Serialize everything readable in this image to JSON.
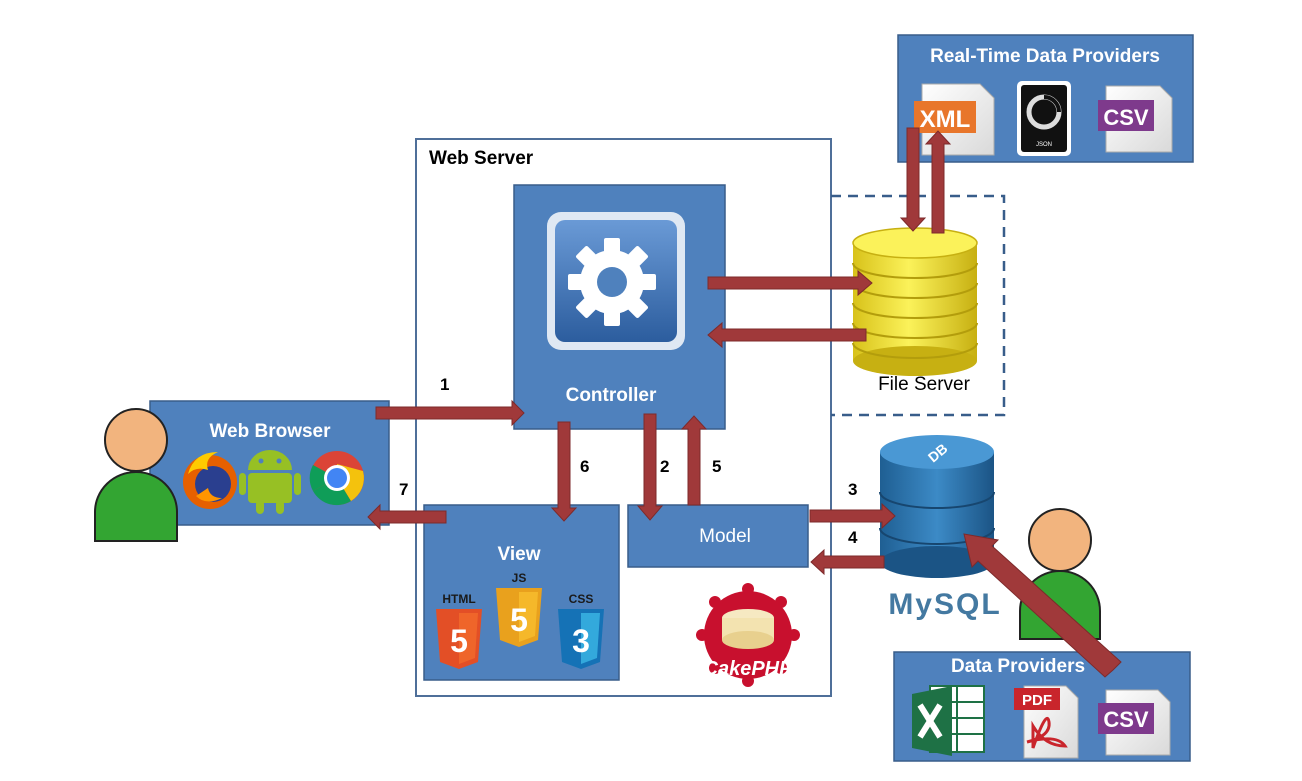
{
  "title": "",
  "panels": {
    "web_server": "Web Server",
    "controller": "Controller",
    "file_server": "File Server",
    "web_browser": "Web Browser",
    "view": "View",
    "model": "Model",
    "realtime": "Real-Time Data Providers",
    "data_providers": "Data Providers"
  },
  "icons": {
    "xml": "XML",
    "json": "JSON",
    "csv": "CSV",
    "pdf": "PDF",
    "html": "HTML",
    "js": "JS",
    "css": "CSS",
    "html_num": "5",
    "js_num": "5",
    "css_num": "3",
    "db": "DB",
    "mysql": "MySQL",
    "cakephp": "CakePHP"
  },
  "steps": [
    "1",
    "2",
    "3",
    "4",
    "5",
    "6",
    "7"
  ],
  "colors": {
    "panel_blue": "#4f81bd",
    "panel_border": "#385d8a",
    "arrow_red": "#a0393a",
    "db_yellow": "#f2e21a",
    "db_blue": "#2d6fa6",
    "person_head": "#f2b47e",
    "person_body": "#33a532"
  }
}
